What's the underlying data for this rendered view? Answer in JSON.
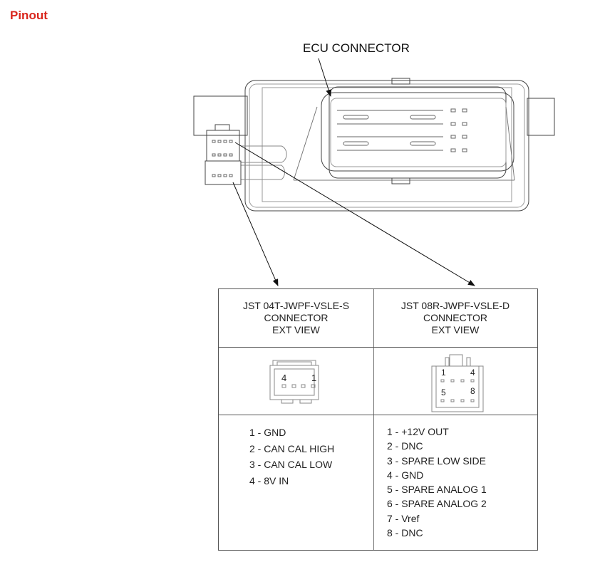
{
  "page": {
    "title": "Pinout"
  },
  "diagram": {
    "ecu_label": "ECU CONNECTOR"
  },
  "table": {
    "left": {
      "header": [
        "JST 04T-JWPF-VSLE-S",
        "CONNECTOR",
        "EXT VIEW"
      ],
      "pin_labels": [
        "4",
        "1"
      ],
      "pins": [
        "1 - GND",
        "2 - CAN CAL HIGH",
        "3 - CAN CAL LOW",
        "4 - 8V IN"
      ]
    },
    "right": {
      "header": [
        "JST 08R-JWPF-VSLE-D",
        "CONNECTOR",
        "EXT VIEW"
      ],
      "pin_labels": [
        "1",
        "4",
        "5",
        "8"
      ],
      "pins": [
        "1 - +12V OUT",
        "2 - DNC",
        "3 - SPARE LOW SIDE",
        "4 - GND",
        "5 - SPARE ANALOG 1",
        "6 - SPARE ANALOG 2",
        "7 - Vref",
        "8 - DNC"
      ]
    }
  },
  "colors": {
    "title": "#d9251c",
    "line": "#555555"
  }
}
